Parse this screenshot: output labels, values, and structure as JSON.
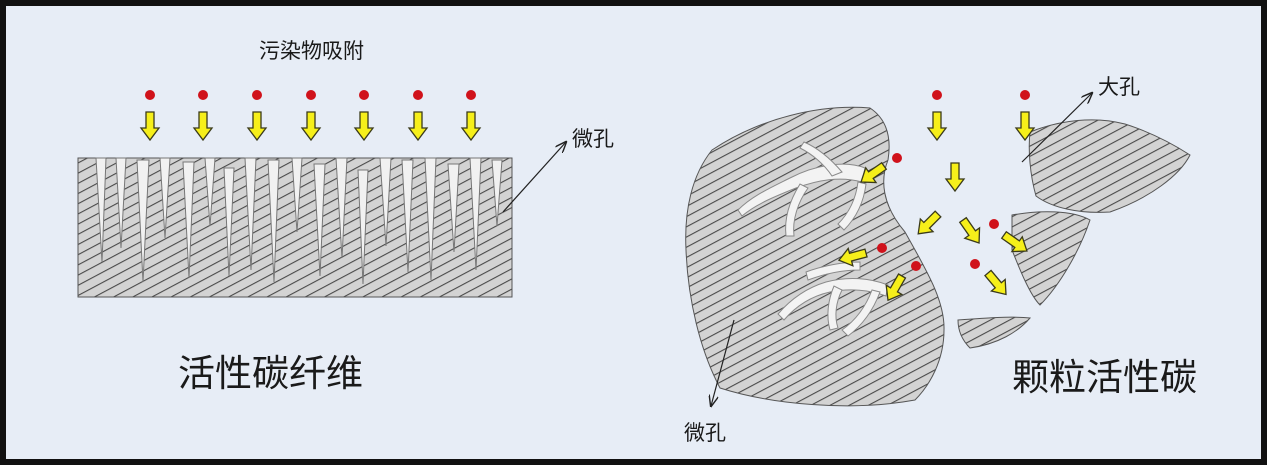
{
  "left_panel": {
    "top_label": "污染物吸附",
    "pore_label": "微孔",
    "title": "活性碳纤维"
  },
  "right_panel": {
    "macro_pore_label": "大孔",
    "micro_pore_label": "微孔",
    "title": "颗粒活性碳"
  },
  "colors": {
    "background": "#e7edf6",
    "border": "#111111",
    "hatch_line": "#4a4a4a",
    "material_fill": "#d3d3d3",
    "pore_fill": "#f3f3f3",
    "pollutant_dot": "#d0121b",
    "arrow_fill": "#f6ef1a",
    "arrow_stroke": "#3a3a1a"
  },
  "icons": {
    "pollutant": "red-dot-icon",
    "flow": "yellow-arrow-icon"
  }
}
